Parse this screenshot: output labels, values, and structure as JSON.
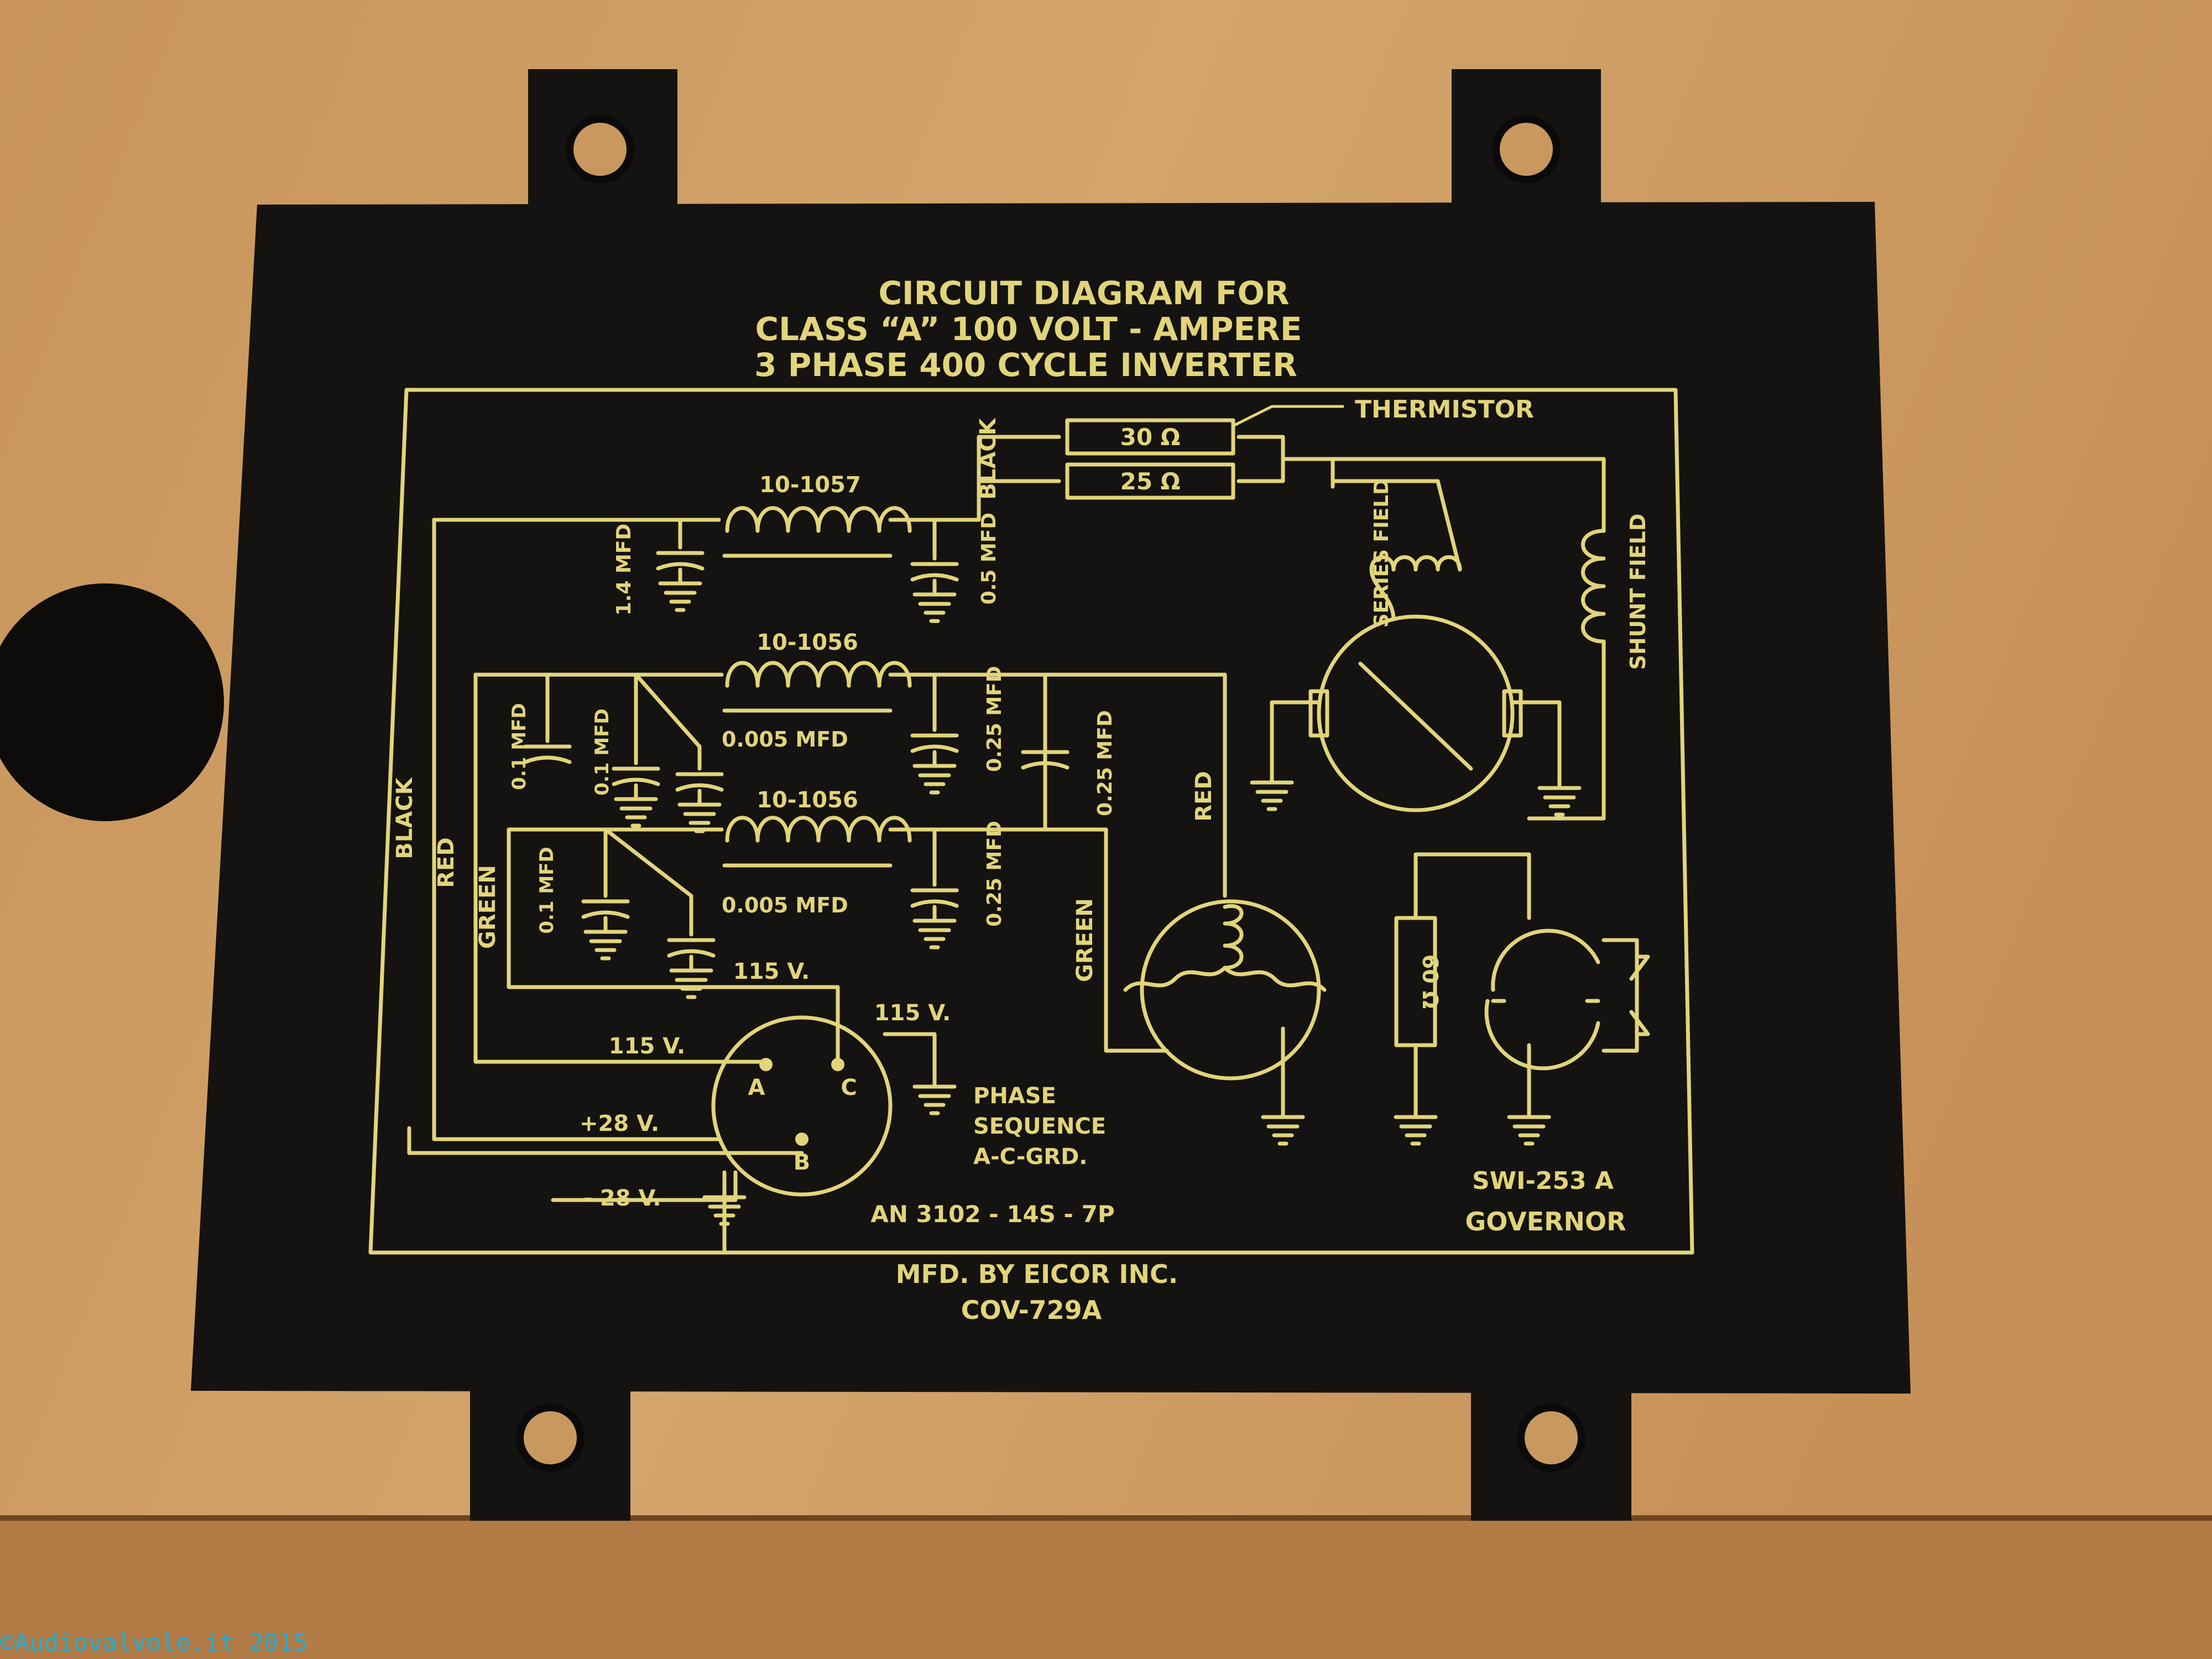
{
  "title": [
    "CIRCUIT DIAGRAM FOR",
    "CLASS “A” 100 VOLT - AMPERE",
    "3 PHASE 400 CYCLE INVERTER"
  ],
  "components": {
    "thermistor": "THERMISTOR",
    "r30": "30 Ω",
    "r25": "25 Ω",
    "choke_1057": "10-1057",
    "choke_1056_a": "10-1056",
    "choke_1056_b": "10-1056",
    "cap_14": "1.4 MFD",
    "cap_05": "0.5 MFD",
    "cap_01a": "0.1 MFD",
    "cap_01b": "0.1 MFD",
    "cap_01c": "0.1 MFD",
    "cap_0005a": "0.005 MFD",
    "cap_0005b": "0.005 MFD",
    "cap_025a": "0.25 MFD",
    "cap_025b": "0.25 MFD",
    "cap_025c": "0.25 MFD",
    "series_field": "SERIES FIELD",
    "shunt_field": "SHUNT FIELD",
    "r60": "60 Ω",
    "governor_part": "SWI-253 A",
    "governor": "GOVERNOR"
  },
  "wires": {
    "black_top": "BLACK",
    "black_left": "BLACK",
    "red_left": "RED",
    "green_left": "GREEN",
    "red_right": "RED",
    "green_right": "GREEN"
  },
  "connector": {
    "v115_top": "115 V.",
    "v115_left": "115 V.",
    "v115_right": "115 V.",
    "v28_pos": "+28 V.",
    "v28_neg": "- 28 V.",
    "pin_a": "A",
    "pin_b": "B",
    "pin_c": "C",
    "phase_sequence": [
      "PHASE",
      "SEQUENCE",
      "A-C-GRD."
    ],
    "part_number": "AN 3102 - 14S - 7P"
  },
  "footer": [
    "MFD. BY EICOR INC.",
    "COV-729A"
  ],
  "watermark": "©Audiovalvole.it 2015",
  "colors": {
    "plate": "#141311",
    "ink": "#e2d47a",
    "wood": "#c9985e"
  }
}
